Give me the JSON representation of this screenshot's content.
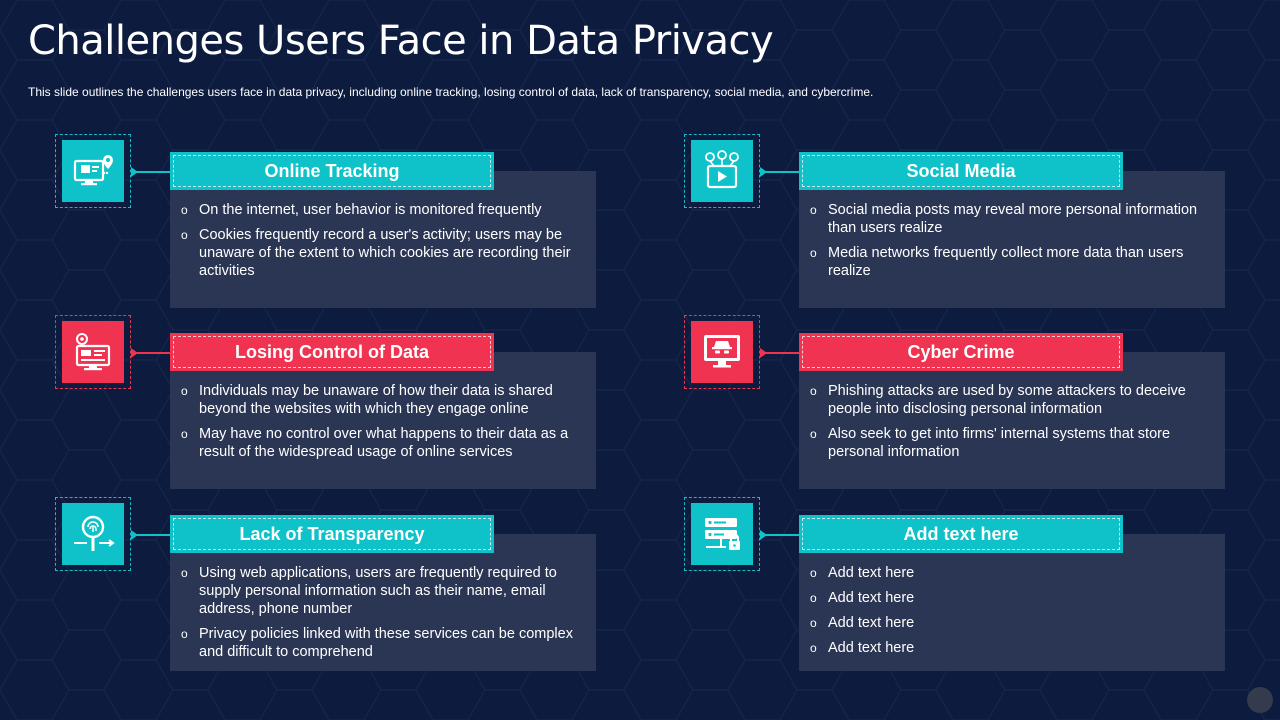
{
  "slide": {
    "title": "Challenges Users Face in Data Privacy",
    "subtitle": "This slide outlines the challenges users face in data privacy,  including online tracking, losing control of data, lack of transparency, social media, and cybercrime."
  },
  "colors": {
    "background": "#0d1b3e",
    "teal": "#0fc2c9",
    "red": "#ef3350",
    "panel": "#2a3654"
  },
  "cards": [
    {
      "heading": "Online Tracking",
      "icon": "monitor-tracking-icon",
      "bullets": [
        "On the internet, user behavior is monitored frequently",
        "Cookies frequently record a user's activity; users may be unaware of the extent to which cookies are recording their activities"
      ]
    },
    {
      "heading": "Social Media",
      "icon": "social-media-tablet-icon",
      "bullets": [
        "Social media posts may reveal more personal information than users realize",
        "Media networks frequently collect more data than users realize"
      ]
    },
    {
      "heading": "Losing Control of Data",
      "icon": "data-dashboard-icon",
      "bullets": [
        "Individuals may be unaware of how their data is shared beyond the websites with which they engage online",
        "May have no control over what happens to their data as a result of the widespread usage of online services"
      ]
    },
    {
      "heading": "Cyber Crime",
      "icon": "hacker-monitor-icon",
      "bullets": [
        "Phishing attacks are used by some attackers to deceive people into disclosing personal information",
        "Also seek to get into firms' internal systems that store personal information"
      ]
    },
    {
      "heading": "Lack of Transparency",
      "icon": "magnifier-fingerprint-icon",
      "bullets": [
        "Using web applications, users are frequently required to supply personal information such as their name, email address, phone number",
        "Privacy policies linked with these services can be complex and difficult to comprehend"
      ]
    },
    {
      "heading": "Add text here",
      "icon": "server-lock-icon",
      "bullets": [
        "Add text here",
        "Add text here",
        "Add text here",
        "Add text here"
      ]
    }
  ]
}
